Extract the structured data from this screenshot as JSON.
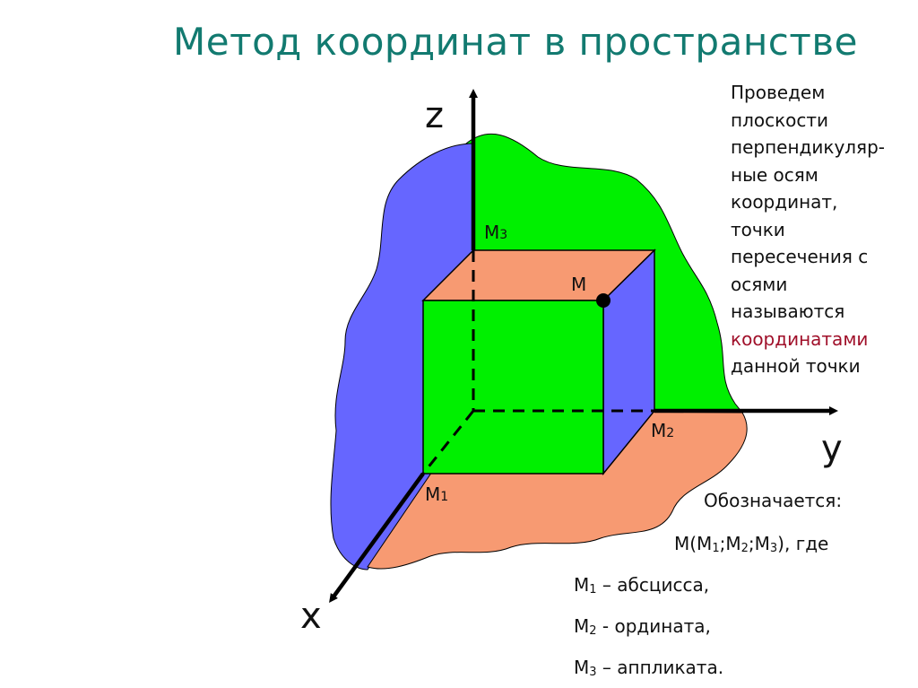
{
  "title": "Метод координат в пространстве",
  "axes": {
    "z": "z",
    "y": "y",
    "x": "x"
  },
  "points": {
    "m": "M",
    "m1": "M",
    "m2": "M",
    "m3": "M",
    "sub1": "1",
    "sub2": "2",
    "sub3": "3"
  },
  "description_lines": [
    "Проведем",
    "плоскости",
    "перпендикуляр-",
    "ные осям",
    "координат,",
    "точки",
    "пересечения с",
    "осями",
    "называются",
    "координатами",
    "данной точки"
  ],
  "notation": {
    "heading": "Обозначается:",
    "formula_prefix": "M(M",
    "formula_mid1": ";M",
    "formula_mid2": ";M",
    "formula_suffix": "), где",
    "m1_prefix": "M",
    "m1_text": " – абсцисса,",
    "m2_prefix": "M",
    "m2_text": " - ордината,",
    "m3_prefix": "M",
    "m3_text": " – аппликата."
  },
  "colors": {
    "title": "#127a70",
    "green_plane": "#00f000",
    "blue_plane": "#6666ff",
    "orange_plane": "#f79a72",
    "highlight": "#a0102a"
  }
}
